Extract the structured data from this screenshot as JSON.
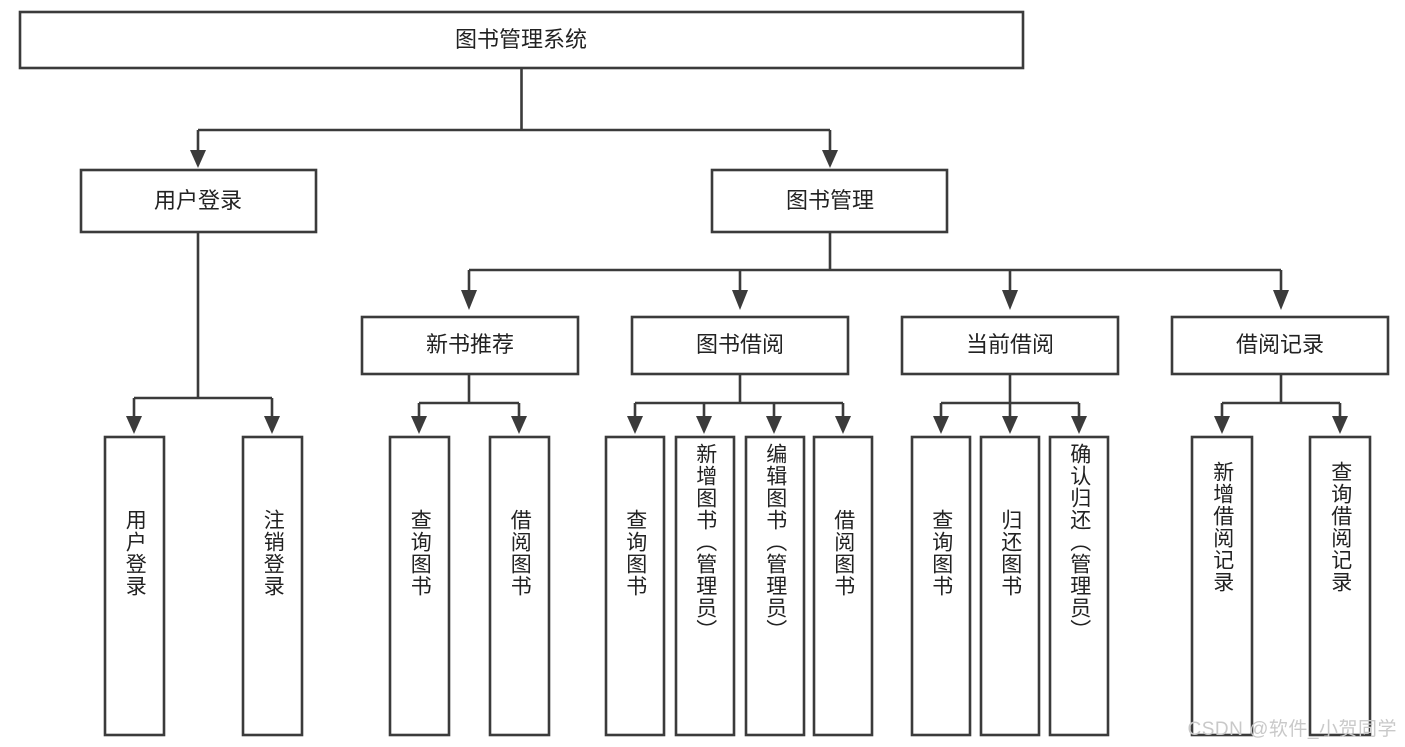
{
  "diagram": {
    "title": "图书管理系统",
    "type": "hierarchy-tree",
    "watermark": "CSDN @软件_小贺同学",
    "colors": {
      "box_stroke": "#3b3b3b",
      "box_fill": "#ffffff",
      "text": "#222222",
      "background": "#ffffff",
      "watermark": "#c9c9c9"
    },
    "levels": {
      "root": {
        "label": "图书管理系统"
      },
      "level2": [
        {
          "id": "user-login",
          "label": "用户登录"
        },
        {
          "id": "book-manage",
          "label": "图书管理"
        }
      ],
      "level3": [
        {
          "id": "new-book-recommend",
          "label": "新书推荐",
          "parent": "book-manage"
        },
        {
          "id": "book-borrow",
          "label": "图书借阅",
          "parent": "book-manage"
        },
        {
          "id": "current-borrow",
          "label": "当前借阅",
          "parent": "book-manage"
        },
        {
          "id": "borrow-record",
          "label": "借阅记录",
          "parent": "book-manage"
        }
      ],
      "leaves": [
        {
          "id": "leaf-user-login",
          "label": "用户登录",
          "parent": "user-login"
        },
        {
          "id": "leaf-logout-login",
          "label": "注销登录",
          "parent": "user-login"
        },
        {
          "id": "leaf-query-book-1",
          "label": "查询图书",
          "parent": "new-book-recommend"
        },
        {
          "id": "leaf-borrow-book-1",
          "label": "借阅图书",
          "parent": "new-book-recommend"
        },
        {
          "id": "leaf-query-book-2",
          "label": "查询图书",
          "parent": "book-borrow"
        },
        {
          "id": "leaf-add-book",
          "label": "新增图书（管理员）",
          "parent": "book-borrow"
        },
        {
          "id": "leaf-edit-book",
          "label": "编辑图书（管理员）",
          "parent": "book-borrow"
        },
        {
          "id": "leaf-borrow-book-2",
          "label": "借阅图书",
          "parent": "book-borrow"
        },
        {
          "id": "leaf-query-book-3",
          "label": "查询图书",
          "parent": "current-borrow"
        },
        {
          "id": "leaf-return-book",
          "label": "归还图书",
          "parent": "current-borrow"
        },
        {
          "id": "leaf-confirm-return",
          "label": "确认归还（管理员）",
          "parent": "current-borrow"
        },
        {
          "id": "leaf-add-record",
          "label": "新增借阅记录",
          "parent": "borrow-record"
        },
        {
          "id": "leaf-query-record",
          "label": "查询借阅记录",
          "parent": "borrow-record"
        }
      ]
    }
  }
}
